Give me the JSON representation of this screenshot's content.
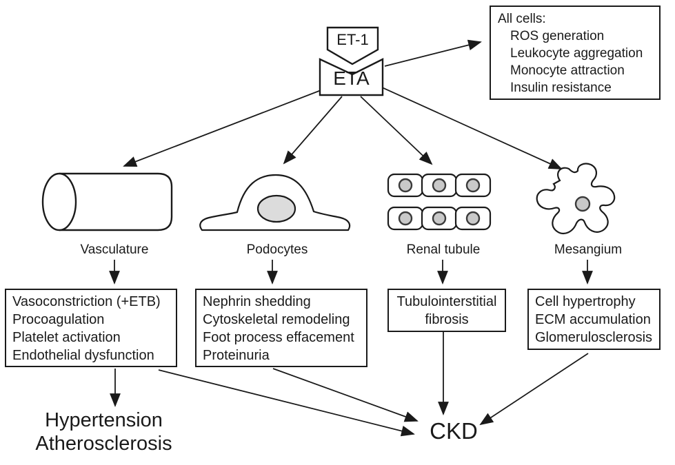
{
  "diagram": {
    "ligand": "ET-1",
    "receptor": "ETA",
    "all_cells": {
      "title": "All cells:",
      "items": [
        "ROS generation",
        "Leukocyte aggregation",
        "Monocyte attraction",
        "Insulin resistance"
      ]
    },
    "tissues": [
      {
        "label": "Vasculature",
        "icon": "blood-vessel-cylinder-icon"
      },
      {
        "label": "Podocytes",
        "icon": "podocyte-cell-icon"
      },
      {
        "label": "Renal tubule",
        "icon": "tubule-epithelial-cells-icon"
      },
      {
        "label": "Mesangium",
        "icon": "mesangial-cell-icon"
      }
    ],
    "effects": [
      {
        "tissue": "Vasculature",
        "lines": [
          "Vasoconstriction (+ETB)",
          "Procoagulation",
          "Platelet activation",
          "Endothelial dysfunction"
        ]
      },
      {
        "tissue": "Podocytes",
        "lines": [
          "Nephrin shedding",
          "Cytoskeletal remodeling",
          "Foot process effacement",
          "Proteinuria"
        ]
      },
      {
        "tissue": "Renal tubule",
        "lines": [
          "Tubulointerstitial",
          "fibrosis"
        ]
      },
      {
        "tissue": "Mesangium",
        "lines": [
          "Cell hypertrophy",
          "ECM accumulation",
          "Glomerulosclerosis"
        ]
      }
    ],
    "outcomes": {
      "vascular_lines": [
        "Hypertension",
        "Atherosclerosis"
      ],
      "renal": "CKD"
    },
    "colors": {
      "stroke": "#1a1a1a",
      "nucleus": "#cfcfcf",
      "background": "#ffffff"
    }
  }
}
